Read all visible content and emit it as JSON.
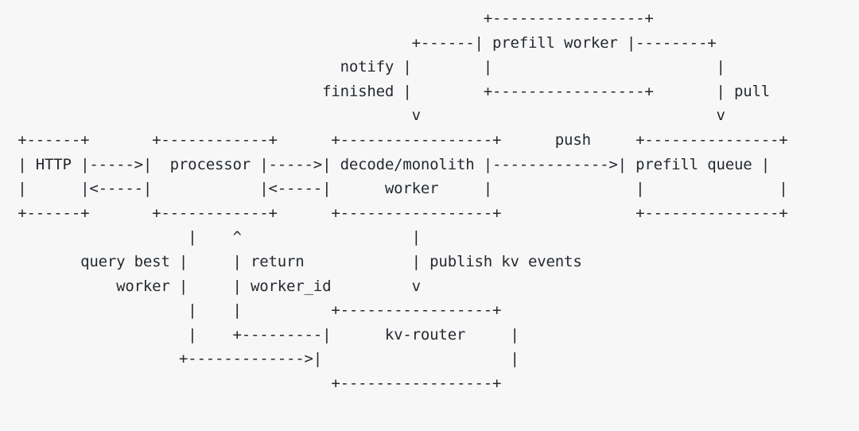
{
  "page": {
    "title": "Disaggregated serving architecture ASCII diagram",
    "background_color": "#f7f7f7",
    "text_color": "#24292f"
  },
  "diagram": {
    "type": "ascii-art-block-diagram",
    "columns": 91,
    "rows": 17,
    "nodes": [
      {
        "id": "http",
        "label": "HTTP"
      },
      {
        "id": "processor",
        "label": "processor"
      },
      {
        "id": "decode-worker",
        "label": "decode/monolith",
        "label_line_2": "worker"
      },
      {
        "id": "prefill-queue",
        "label": "prefill queue"
      },
      {
        "id": "prefill-worker",
        "label": "prefill worker"
      },
      {
        "id": "kv-router",
        "label": "kv-router"
      }
    ],
    "edge_labels": [
      {
        "id": "notify-finished",
        "text_line_1": "notify",
        "text_line_2": "finished"
      },
      {
        "id": "pull",
        "text": "pull"
      },
      {
        "id": "push",
        "text": "push"
      },
      {
        "id": "query-best-worker",
        "text_line_1": "query best",
        "text_line_2": "worker"
      },
      {
        "id": "return-worker-id",
        "text_line_1": "return",
        "text_line_2": "worker_id"
      },
      {
        "id": "publish-kv-events",
        "text": "publish kv events"
      }
    ],
    "art": "                                                 +-----------------+\n                                        +------| prefill worker  |--------+\n                   notify  |            |                       |        |\n                   finished|            +-----------------+     |  pull\n                           v                                    v\n  +------+      +------------+     +--------------------+     +---------------+\n  | HTTP |----->| processor  |---->| decode/monolith    |---->| prefill queue |\n  +------+      +------------+     +--------------------+     +---------------+\n",
    "lines": [
      "                                                    +-----------------+",
      "                                           +-------| prefill worker  |--------+",
      "                         notify |          |                         |        |",
      "                       finished |          +-----------------+       |  pull",
      "                                v                                    v",
      " +------+       +------------+    +-------------------+  push   +---------------+",
      " | HTTP |------>| processor  |------>| decode/monolith |-------->| prefill queue |",
      " |      |<------|            |<------|      worker     |         |               |",
      " +------+       +------------+    +-------------------+         +---------------+"
    ],
    "ascii_rows": [
      {
        "row": 0,
        "segments": [
          {
            "col": 53,
            "text": "+-----------------+"
          }
        ]
      },
      {
        "row": 1,
        "segments": [
          {
            "col": 45,
            "text": "+------| prefill worker |--------+"
          }
        ]
      },
      {
        "row": 2,
        "segments": [
          {
            "col": 37,
            "text": "notify |"
          },
          {
            "col": 53,
            "text": "|"
          },
          {
            "col": 79,
            "text": "|"
          }
        ]
      },
      {
        "row": 3,
        "segments": [
          {
            "col": 35,
            "text": "finished |"
          },
          {
            "col": 53,
            "text": "+-----------------+"
          },
          {
            "col": 79,
            "text": "| pull"
          }
        ]
      },
      {
        "row": 4,
        "segments": [
          {
            "col": 45,
            "text": "v"
          },
          {
            "col": 79,
            "text": "v"
          }
        ]
      },
      {
        "row": 5,
        "segments": [
          {
            "col": 1,
            "text": "+------+"
          },
          {
            "col": 16,
            "text": "+------------+"
          },
          {
            "col": 36,
            "text": "+-----------------+"
          },
          {
            "col": 61,
            "text": "push"
          },
          {
            "col": 70,
            "text": "+---------------+"
          }
        ]
      },
      {
        "row": 6,
        "segments": [
          {
            "col": 1,
            "text": "| HTTP |----->|  processor |----->| decode/monolith |------------->| prefill queue |"
          }
        ]
      },
      {
        "row": 7,
        "segments": [
          {
            "col": 1,
            "text": "|      |<-----|            |<-----|      worker     |"
          },
          {
            "col": 70,
            "text": "|               |"
          }
        ]
      },
      {
        "row": 8,
        "segments": [
          {
            "col": 1,
            "text": "+------+"
          },
          {
            "col": 16,
            "text": "+------------+"
          },
          {
            "col": 36,
            "text": "+-----------------+"
          },
          {
            "col": 70,
            "text": "+---------------+"
          }
        ]
      },
      {
        "row": 9,
        "segments": [
          {
            "col": 20,
            "text": "|"
          },
          {
            "col": 25,
            "text": "^"
          },
          {
            "col": 45,
            "text": "|"
          }
        ]
      },
      {
        "row": 10,
        "segments": [
          {
            "col": 8,
            "text": "query best |"
          },
          {
            "col": 25,
            "text": "| return"
          },
          {
            "col": 45,
            "text": "| publish kv events"
          }
        ]
      },
      {
        "row": 11,
        "segments": [
          {
            "col": 12,
            "text": "worker |"
          },
          {
            "col": 25,
            "text": "| worker_id"
          },
          {
            "col": 45,
            "text": "v"
          }
        ]
      },
      {
        "row": 12,
        "segments": [
          {
            "col": 20,
            "text": "|"
          },
          {
            "col": 25,
            "text": "|"
          },
          {
            "col": 36,
            "text": "+-----------------+"
          }
        ]
      },
      {
        "row": 13,
        "segments": [
          {
            "col": 20,
            "text": "|"
          },
          {
            "col": 25,
            "text": "+---------|"
          },
          {
            "col": 42,
            "text": "kv-router"
          },
          {
            "col": 56,
            "text": "|"
          }
        ]
      },
      {
        "row": 14,
        "segments": [
          {
            "col": 19,
            "text": "+------------->|"
          },
          {
            "col": 56,
            "text": "|"
          }
        ]
      },
      {
        "row": 15,
        "segments": [
          {
            "col": 36,
            "text": "+-----------------+"
          }
        ]
      }
    ]
  }
}
